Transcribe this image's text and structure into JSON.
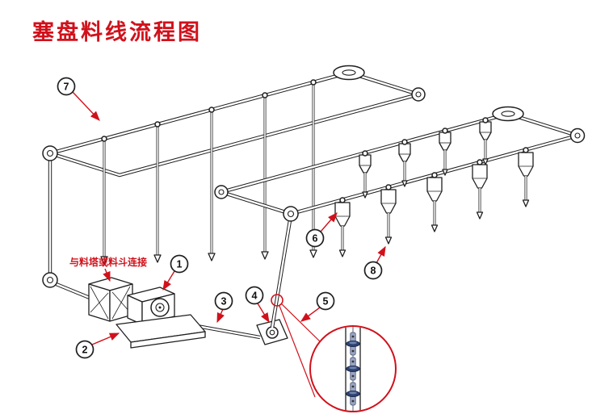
{
  "title": "塞盘料线流程图",
  "labels": {
    "connect": "与料塔或料斗连接"
  },
  "callouts": [
    {
      "num": "1"
    },
    {
      "num": "2"
    },
    {
      "num": "3"
    },
    {
      "num": "4"
    },
    {
      "num": "5"
    },
    {
      "num": "6"
    },
    {
      "num": "7"
    },
    {
      "num": "8"
    }
  ],
  "colors": {
    "accent_red": "#d0111b",
    "line_black": "#1f1f1f",
    "disc_blue": "#2e4170"
  }
}
